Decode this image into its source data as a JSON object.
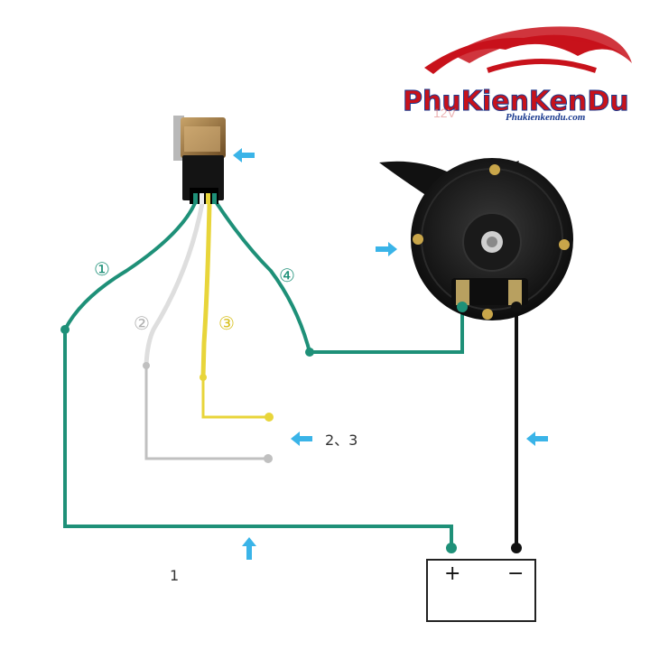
{
  "brand": {
    "name": "PhuKienKenDu",
    "url": "Phukienkendu.com",
    "colors": {
      "red": "#c8121b",
      "blue": "#1a3a8f"
    }
  },
  "wires": {
    "w1": {
      "num": "①",
      "color": "#1e9078"
    },
    "w2": {
      "num": "②",
      "color": "#c8c8c8"
    },
    "w3": {
      "num": "③",
      "color": "#e8d53a"
    },
    "w4": {
      "num": "④",
      "color": "#1e9078"
    },
    "ground": {
      "color": "#111111"
    }
  },
  "labels": {
    "pins_23": "2、3",
    "pin_1": "1"
  },
  "battery": {
    "plus": "+",
    "minus": "−"
  },
  "overlay_text": {
    "voltage": "12V"
  },
  "arrow_color": "#3ab4e8",
  "icons": [
    "relay-icon",
    "horn-icon",
    "battery-icon",
    "arrow-left-icon",
    "arrow-up-icon"
  ]
}
